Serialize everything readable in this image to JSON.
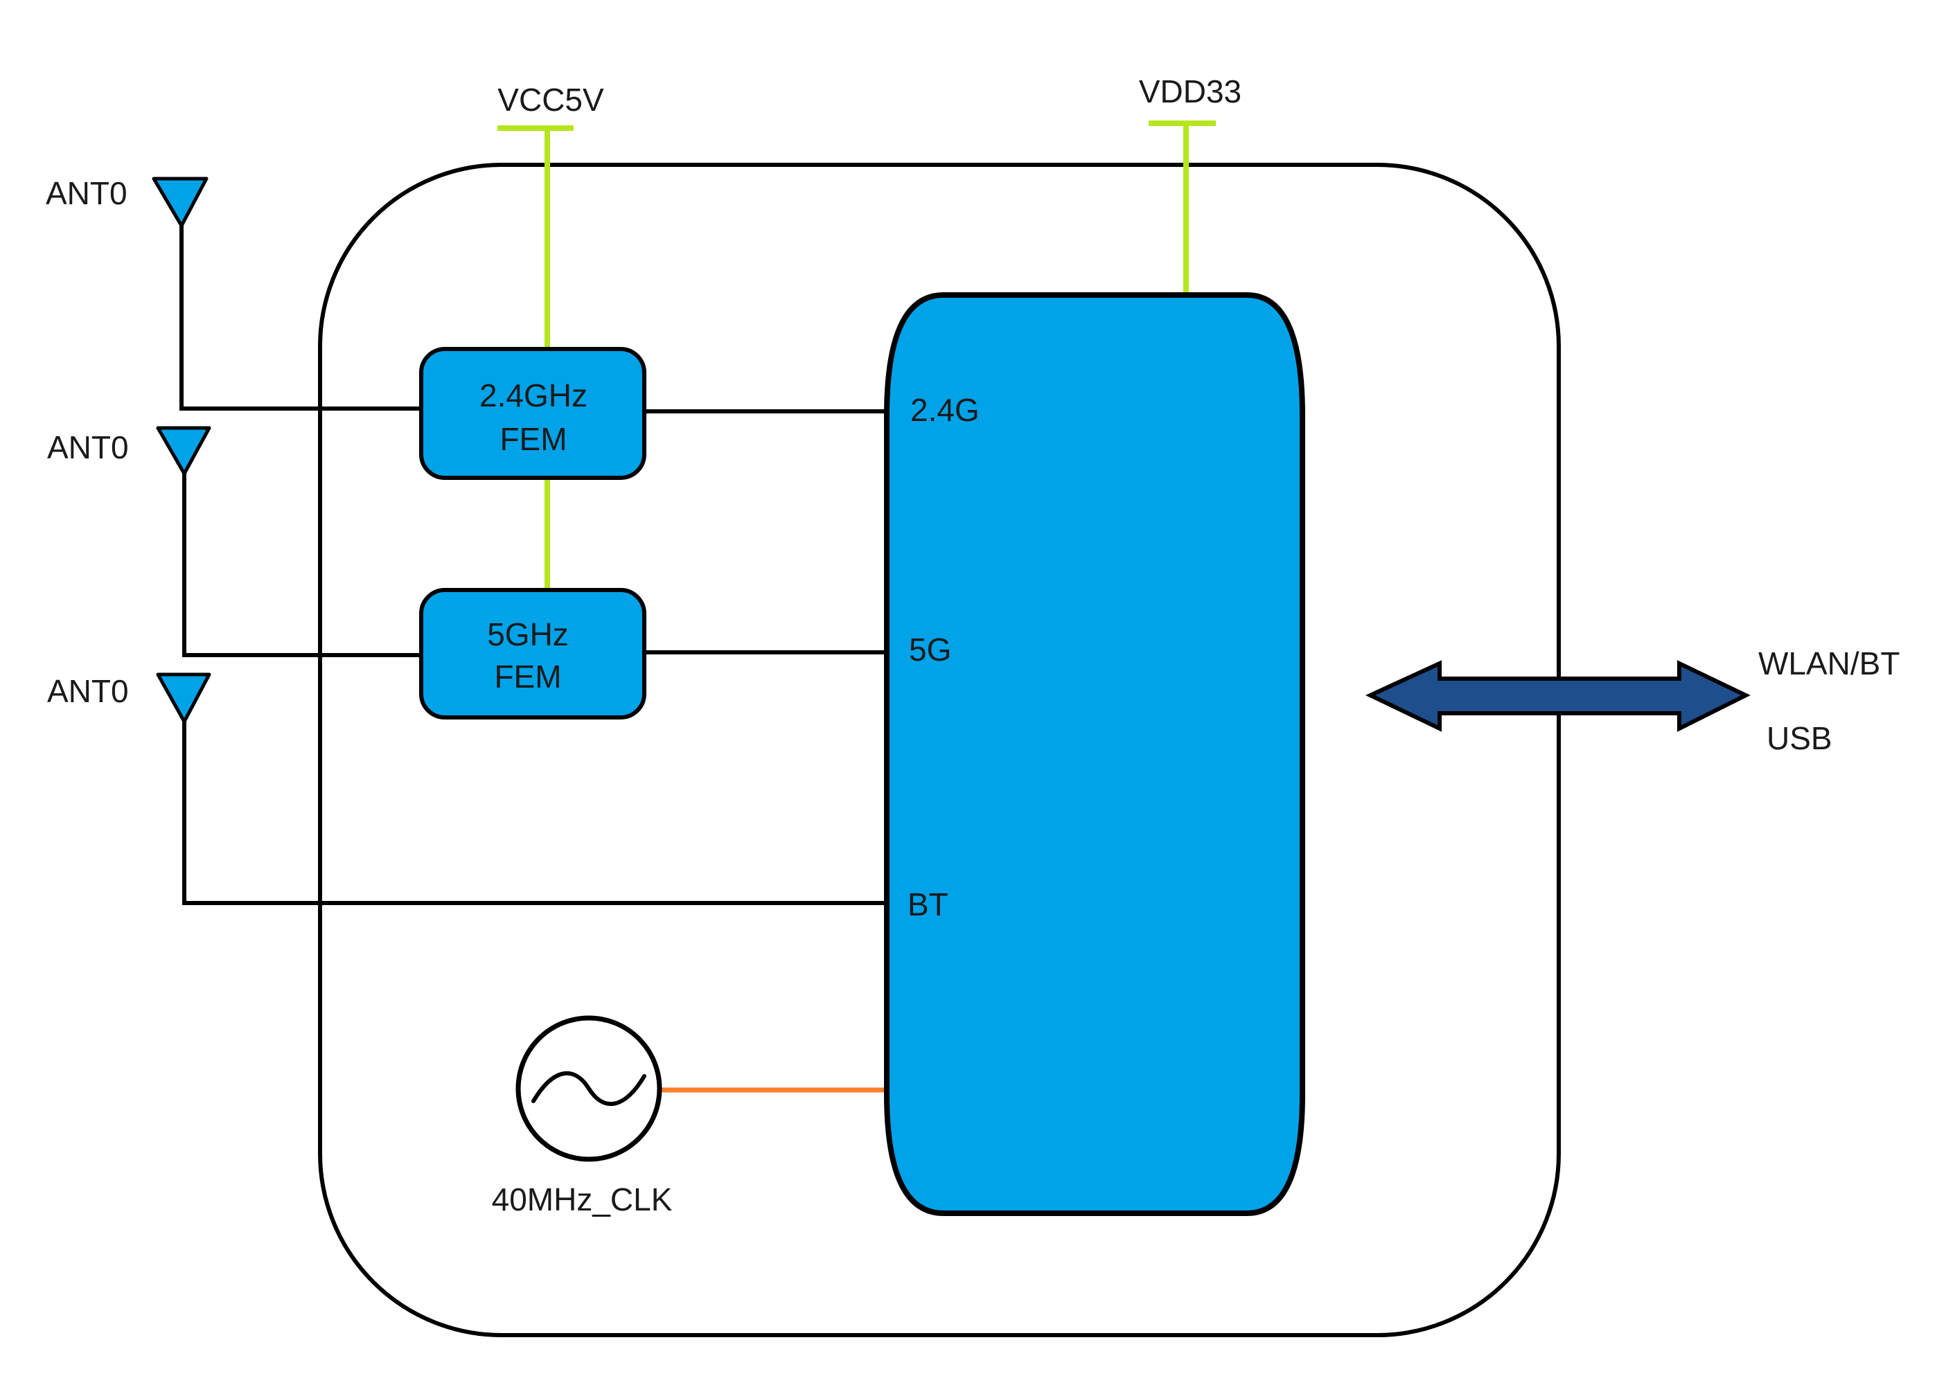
{
  "power": {
    "vcc5v": "VCC5V",
    "vdd33": "VDD33"
  },
  "antennas": [
    {
      "label": "ANT0"
    },
    {
      "label": "ANT0"
    },
    {
      "label": "ANT0"
    }
  ],
  "fem_24": {
    "line1": "2.4GHz",
    "line2": "FEM"
  },
  "fem_5": {
    "line1": "5GHz",
    "line2": "FEM"
  },
  "chip_ports": {
    "p24": "2.4G",
    "p5": "5G",
    "bt": "BT"
  },
  "clock": {
    "label": "40MHz_CLK"
  },
  "interface": {
    "line1": "WLAN/BT",
    "line2": "USB"
  },
  "colors": {
    "chip_fill": "#00a2e8",
    "fem_fill": "#00a2e8",
    "antenna_fill": "#00a2e8",
    "power_line": "#b5e61d",
    "clock_line": "#ff7f27",
    "arrow_fill": "#1f4e8c",
    "outline": "#000000"
  },
  "icons": {
    "antenna": "antenna-icon",
    "oscillator": "sine-wave-icon",
    "arrow": "bidirectional-arrow-icon"
  }
}
